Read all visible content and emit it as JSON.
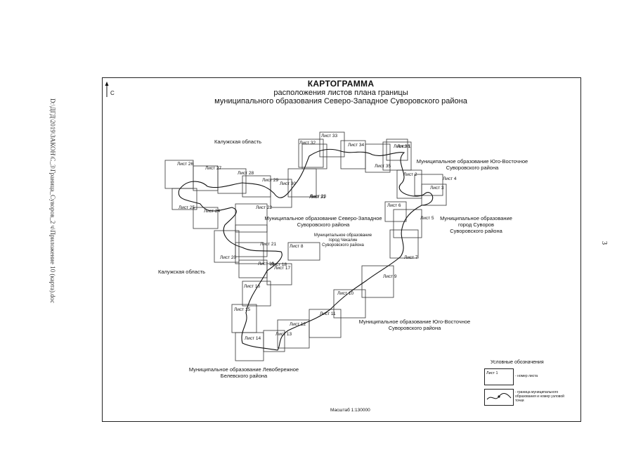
{
  "header_path": "D:\\ДГД\\2019\\ЗАКОН\\С_3\\Граница_Суворов_2 ч\\Приложение 10 (карта).doc",
  "page_number": "3",
  "title": {
    "line1": "КАРТОГРАММА",
    "line2": "расположения листов плана границы",
    "line3": "муниципального образования Северо-Западное Суворовского района"
  },
  "north_label": "С",
  "sheets": [
    {
      "label": "Лист 1"
    },
    {
      "label": "Лист 2"
    },
    {
      "label": "Лист 3"
    },
    {
      "label": "Лист 4"
    },
    {
      "label": "Лист 5"
    },
    {
      "label": "Лист 6"
    },
    {
      "label": "Лист 7"
    },
    {
      "label": "Лист 8"
    },
    {
      "label": "Лист 9"
    },
    {
      "label": "Лист 10"
    },
    {
      "label": "Лист 11"
    },
    {
      "label": "Лист 12"
    },
    {
      "label": "Лист 13"
    },
    {
      "label": "Лист 14"
    },
    {
      "label": "Лист 15"
    },
    {
      "label": "Лист 16"
    },
    {
      "label": "Лист 17"
    },
    {
      "label": "Лист 18"
    },
    {
      "label": "Лист 19"
    },
    {
      "label": "Лист 20"
    },
    {
      "label": "Лист 21"
    },
    {
      "label": "Лист 22"
    },
    {
      "label": "Лист 23"
    },
    {
      "label": "Лист 24"
    },
    {
      "label": "Лист 25"
    },
    {
      "label": "Лист 26"
    },
    {
      "label": "Лист 27"
    },
    {
      "label": "Лист 28"
    },
    {
      "label": "Лист 29"
    },
    {
      "label": "Лист 30"
    },
    {
      "label": "Лист 31"
    },
    {
      "label": "Лист 32"
    },
    {
      "label": "Лист 33"
    },
    {
      "label": "Лист 34"
    },
    {
      "label": "Лист 35"
    },
    {
      "label": "Лист 36"
    }
  ],
  "regions": {
    "kaluga_north": "Калужская область",
    "kaluga_west": "Калужская область",
    "ne": "Муниципальное образование Юго-Восточное\nСуворовского района",
    "suvorov": "Муниципальное образование\nгород Суворов\nСуворовского района",
    "center": "Муниципальное образование Северо-Западное\nСуворовского района",
    "chekalin": "Муниципальное образование\nгород Чекалин\nСуворовского района",
    "se": "Муниципальное образование Юго-Восточное\nСуворовского района",
    "sw": "Муниципальное образование Левобережное\nБелевского района"
  },
  "legend": {
    "title": "Условные обозначения",
    "box_label": "Лист 1",
    "box_desc": "- номер листа",
    "line_desc": "- граница муниципального образования и номер узловой точки"
  },
  "scale": "Масштаб 1:130000"
}
